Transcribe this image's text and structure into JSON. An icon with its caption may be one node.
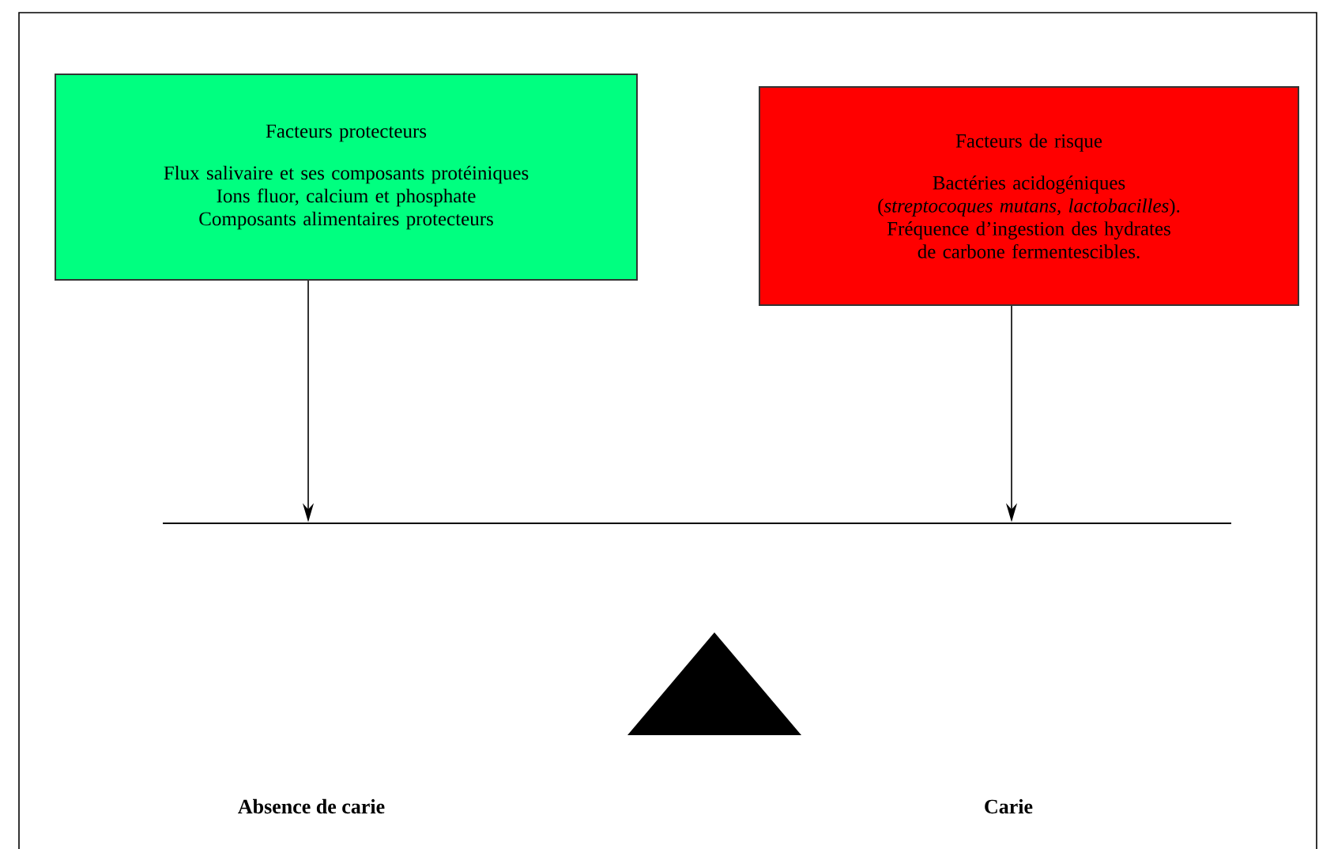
{
  "diagram": {
    "nodes": [
      {
        "text": [
          "Facteurs protecteurs",
          "Flux salivaire et ses composants protéiniques",
          "Ions fluor, calcium et phosphate",
          "Composants alimentaires protecteurs"
        ]
      },
      {
        "text": [
          "Facteurs de risque",
          "Bactéries acidogéniques (*streptocoques mutans, lactobacilles*).",
          "Fréquence d’ingestion des hydrates de carbone fermentescibles."
        ]
      },
      {
        "text": [],
        "shape": "bar"
      },
      {
        "text": [],
        "shape": "triangle"
      }
    ],
    "edges": [
      {
        "from": 0,
        "to": 2,
        "arrow": "to"
      },
      {
        "from": 1,
        "to": 2,
        "arrow": "to"
      }
    ],
    "labels": [
      "Absence de carie",
      "Carie"
    ]
  }
}
